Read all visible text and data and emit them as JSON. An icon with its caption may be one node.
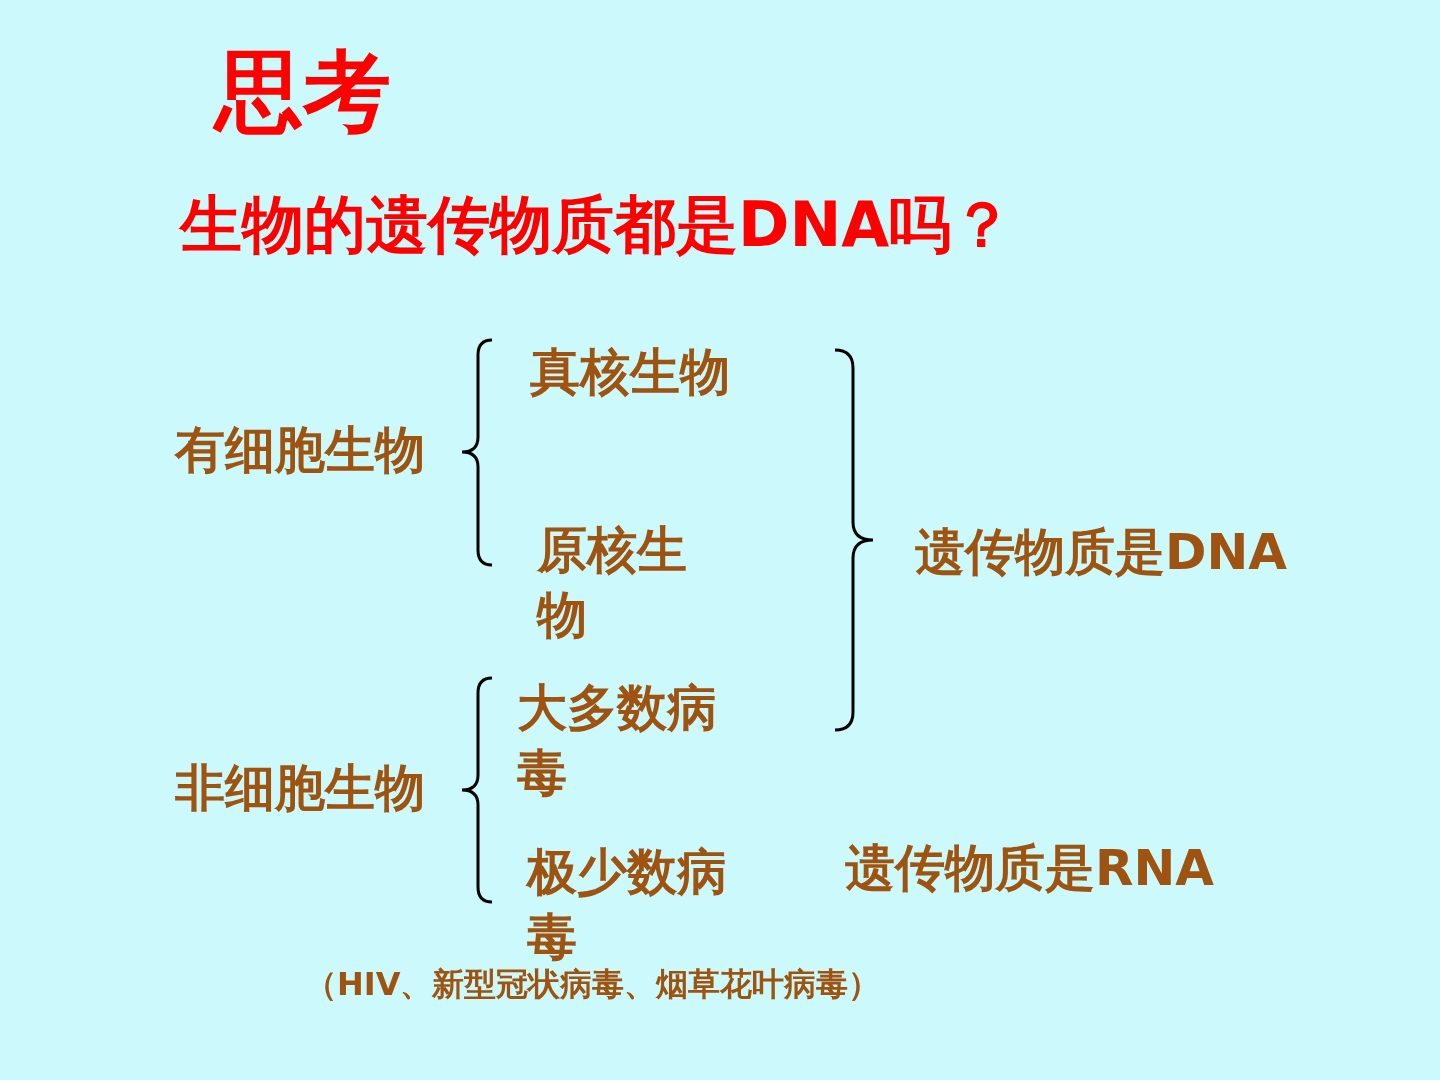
{
  "diagram": {
    "title": "思考",
    "labels": [
      "生物的遗传物质都是DNA吗？",
      "有细胞生物",
      "真核生物",
      "原核生物",
      "遗传物质是DNA",
      "非细胞生物",
      "大多数病毒",
      "极少数病毒",
      "遗传物质是RNA",
      "（HIV、新型冠状病毒、烟草花叶病毒）"
    ]
  }
}
